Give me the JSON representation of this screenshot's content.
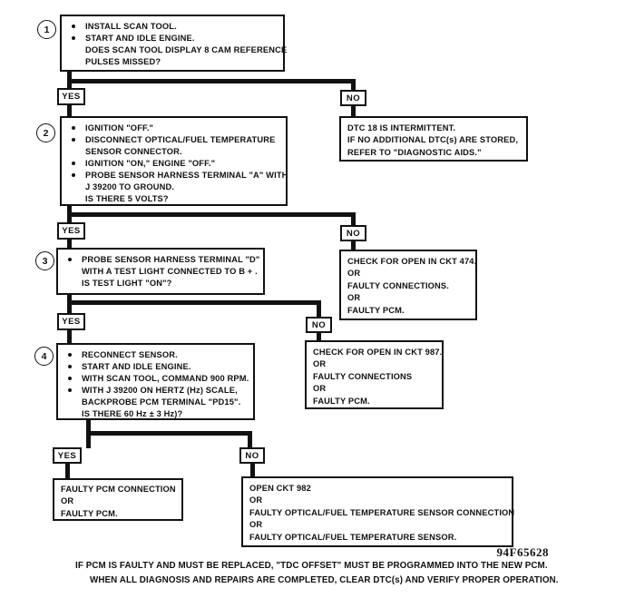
{
  "branch_labels": {
    "yes": "YES",
    "no": "NO"
  },
  "steps": [
    {
      "number": "1",
      "lines": [
        {
          "bullet": true,
          "text": "INSTALL SCAN TOOL."
        },
        {
          "bullet": true,
          "text": "START AND IDLE ENGINE."
        },
        {
          "bullet": false,
          "text": "DOES SCAN TOOL DISPLAY 8 CAM REFERENCE"
        },
        {
          "bullet": false,
          "text": "PULSES MISSED?"
        }
      ]
    },
    {
      "number": "2",
      "lines": [
        {
          "bullet": true,
          "text": "IGNITION \"OFF.\""
        },
        {
          "bullet": true,
          "text": "DISCONNECT OPTICAL/FUEL TEMPERATURE"
        },
        {
          "bullet": false,
          "text": "SENSOR CONNECTOR."
        },
        {
          "bullet": true,
          "text": "IGNITION \"ON,\" ENGINE \"OFF.\""
        },
        {
          "bullet": true,
          "text": "PROBE SENSOR HARNESS TERMINAL \"A\" WITH"
        },
        {
          "bullet": false,
          "text": "J 39200 TO GROUND."
        },
        {
          "bullet": false,
          "text": "IS THERE 5 VOLTS?"
        }
      ]
    },
    {
      "number": "3",
      "lines": [
        {
          "bullet": true,
          "text": "PROBE SENSOR HARNESS TERMINAL \"D\""
        },
        {
          "bullet": false,
          "text": "WITH A TEST LIGHT CONNECTED TO B + ."
        },
        {
          "bullet": false,
          "text": "IS TEST LIGHT \"ON\"?"
        }
      ]
    },
    {
      "number": "4",
      "lines": [
        {
          "bullet": true,
          "text": "RECONNECT SENSOR."
        },
        {
          "bullet": true,
          "text": "START AND IDLE ENGINE."
        },
        {
          "bullet": true,
          "text": "WITH SCAN TOOL, COMMAND 900 RPM."
        },
        {
          "bullet": true,
          "text": "WITH J 39200 ON HERTZ (Hz) SCALE,"
        },
        {
          "bullet": false,
          "text": "BACKPROBE PCM TERMINAL \"PD15\"."
        },
        {
          "bullet": false,
          "text": "IS THERE 60 Hz ± 3 Hz)?"
        }
      ]
    }
  ],
  "outcomes": {
    "dtc18": {
      "lines": [
        "DTC 18 IS INTERMITTENT.",
        "IF NO ADDITIONAL DTC(s) ARE STORED,",
        "REFER TO \"DIAGNOSTIC AIDS.\""
      ]
    },
    "ckt474": {
      "lines": [
        "CHECK FOR OPEN IN CKT 474.",
        "OR",
        "FAULTY CONNECTIONS.",
        "OR",
        "FAULTY PCM."
      ]
    },
    "ckt987": {
      "lines": [
        "CHECK FOR OPEN IN CKT 987.",
        "OR",
        "FAULTY CONNECTIONS",
        "OR",
        "FAULTY PCM."
      ]
    },
    "faulty_pcm": {
      "lines": [
        "FAULTY PCM CONNECTION",
        "OR",
        "FAULTY PCM."
      ]
    },
    "ckt982": {
      "lines": [
        "OPEN CKT 982",
        "OR",
        "FAULTY OPTICAL/FUEL TEMPERATURE SENSOR CONNECTION",
        "OR",
        "FAULTY OPTICAL/FUEL TEMPERATURE SENSOR."
      ]
    }
  },
  "figure_number": "94F65628",
  "footnotes": [
    "IF PCM IS FAULTY AND MUST BE REPLACED, \"TDC OFFSET\" MUST BE PROGRAMMED INTO THE NEW PCM.",
    "WHEN ALL DIAGNOSIS AND REPAIRS ARE COMPLETED, CLEAR DTC(s) AND VERIFY PROPER OPERATION."
  ],
  "colors": {
    "ink": "#111111",
    "paper": "#ffffff"
  }
}
